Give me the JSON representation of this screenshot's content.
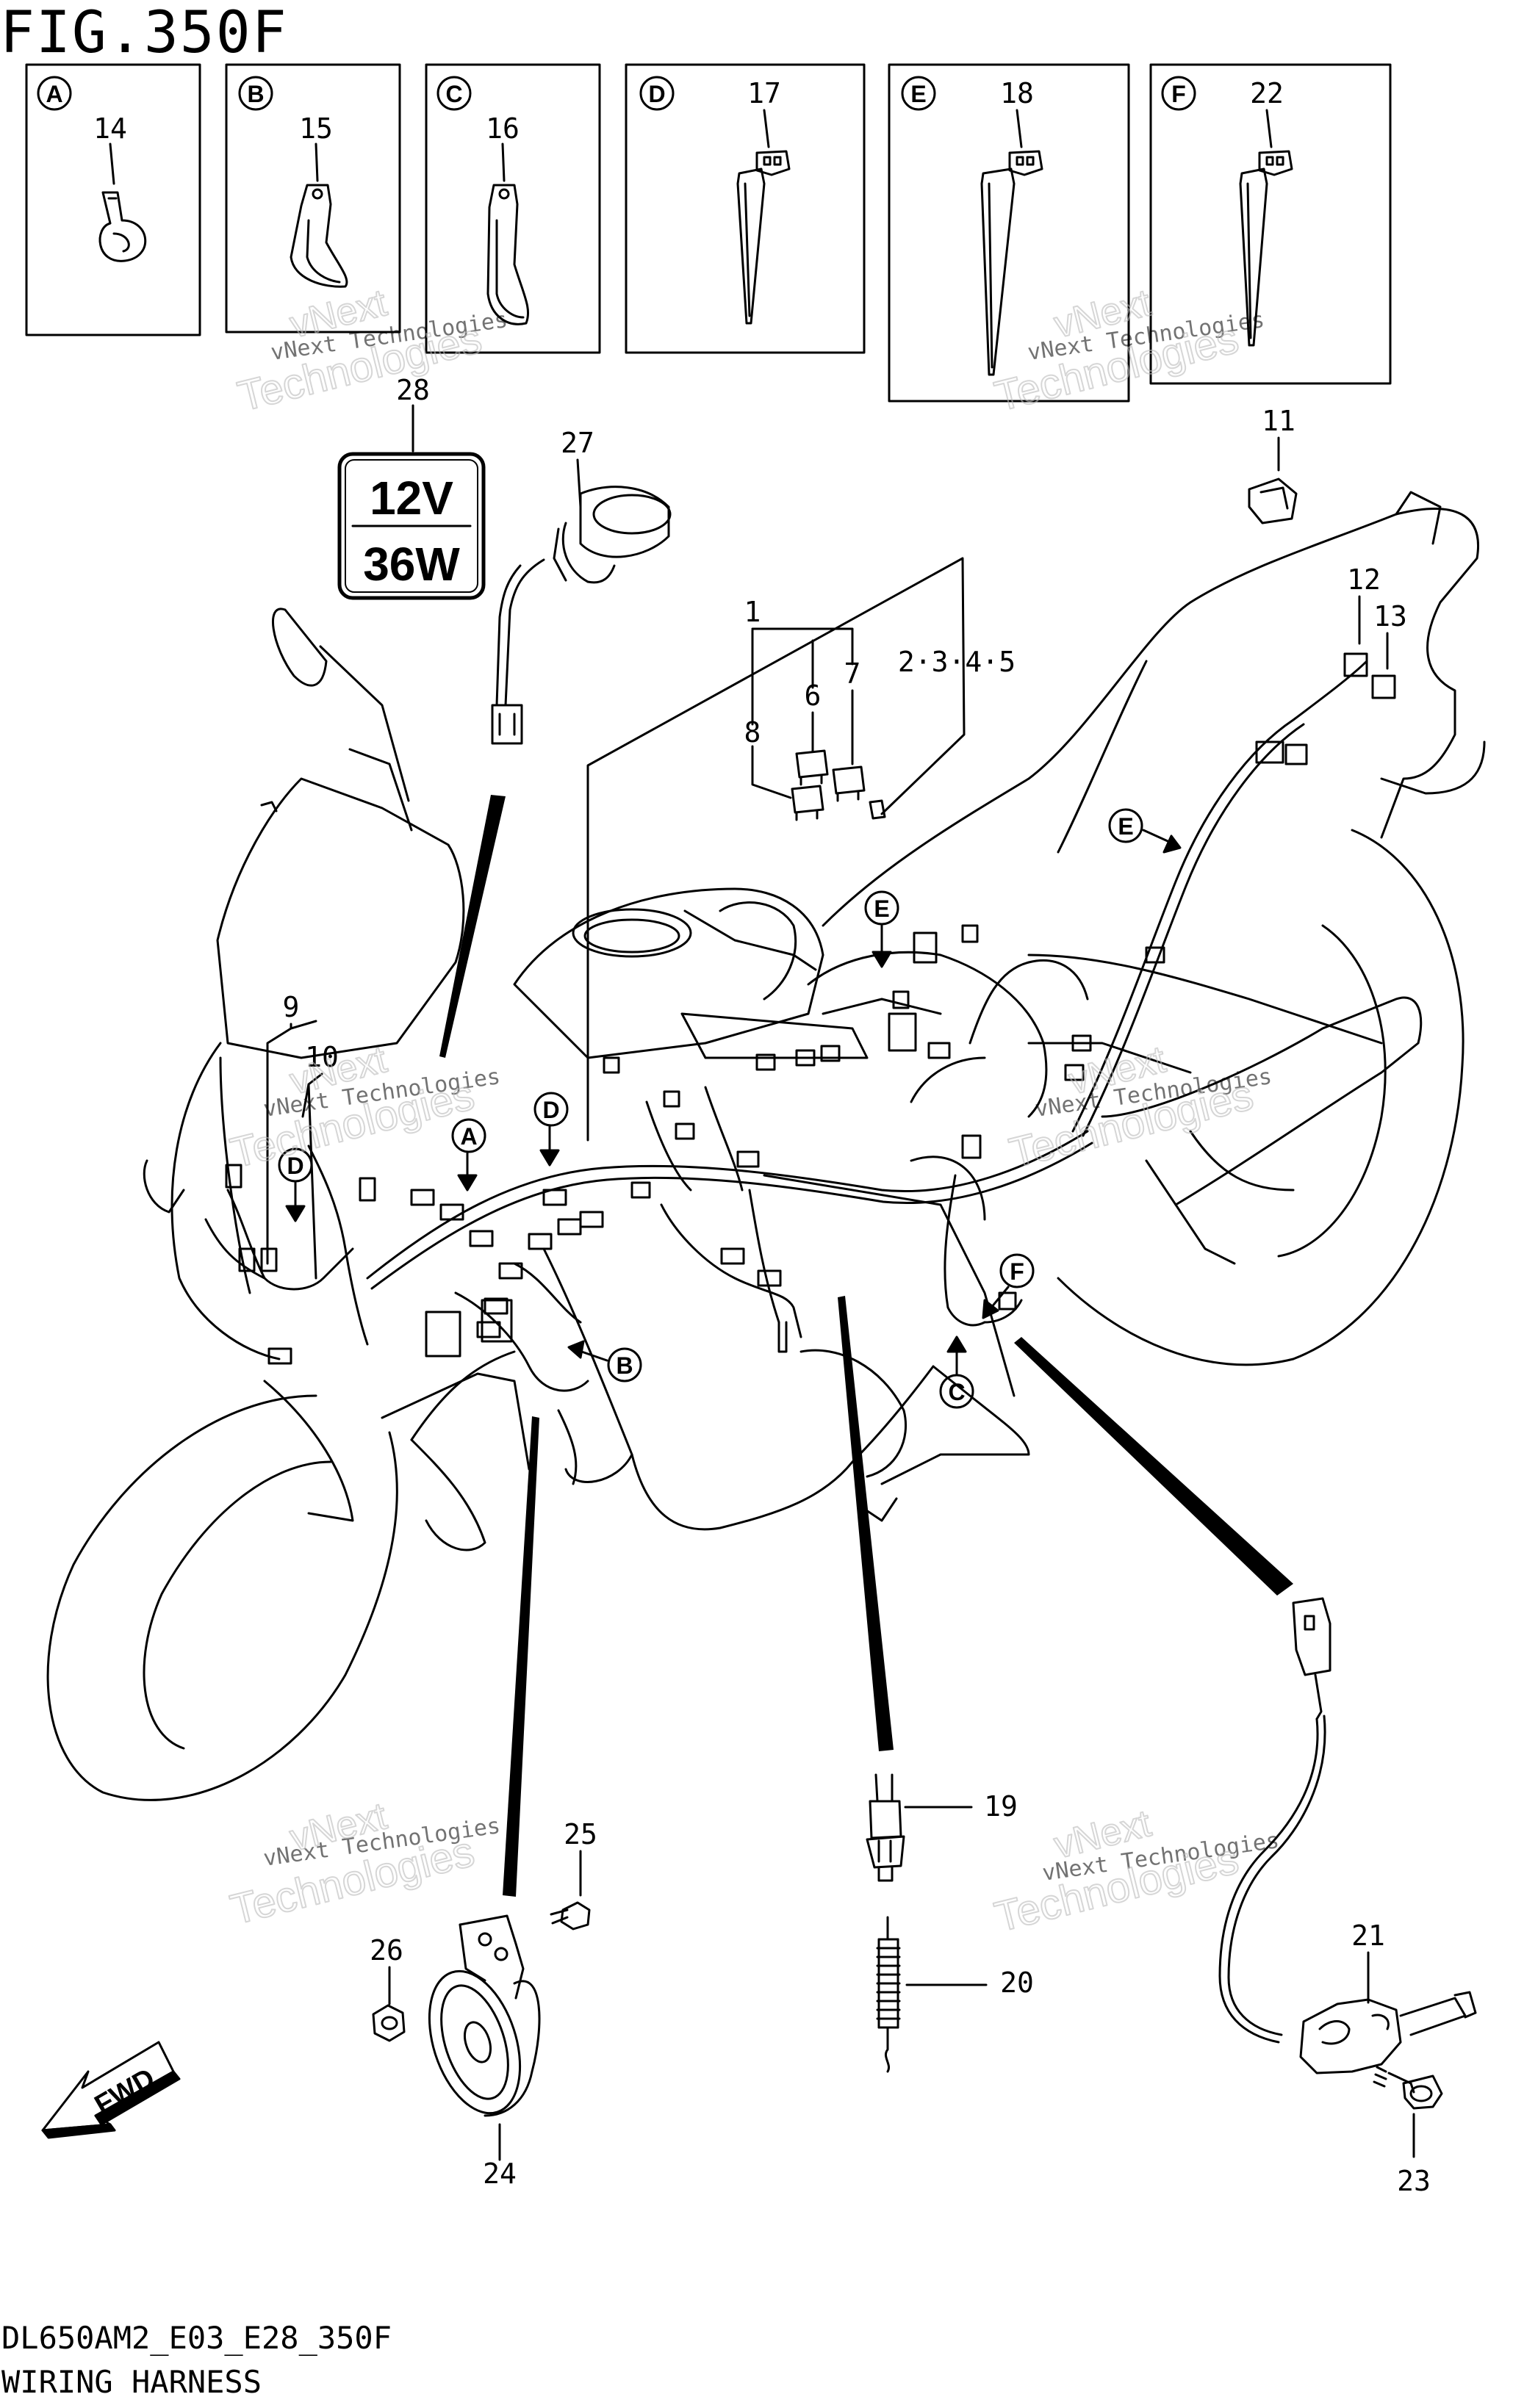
{
  "figure_title": "FIG.350F",
  "footer": {
    "model_code": "DL650AM2_E03_E28_350F",
    "section_name": "WIRING HARNESS"
  },
  "detail_boxes": [
    {
      "letter": "A",
      "part_no": "14"
    },
    {
      "letter": "B",
      "part_no": "15"
    },
    {
      "letter": "C",
      "part_no": "16"
    },
    {
      "letter": "D",
      "part_no": "17"
    },
    {
      "letter": "E",
      "part_no": "18"
    },
    {
      "letter": "F",
      "part_no": "22"
    }
  ],
  "voltage_label": {
    "volts": "12V",
    "watts": "36W"
  },
  "callouts": {
    "n1": "1",
    "n2345": "2·3·4·5",
    "n6": "6",
    "n7": "7",
    "n8": "8",
    "n9": "9",
    "n10": "10",
    "n11": "11",
    "n12": "12",
    "n13": "13",
    "n19": "19",
    "n20": "20",
    "n21": "21",
    "n23": "23",
    "n24": "24",
    "n25": "25",
    "n26": "26",
    "n27": "27",
    "n28": "28"
  },
  "location_markers": {
    "A": "A",
    "B": "B",
    "C": "C",
    "D1": "D",
    "D2": "D",
    "E1": "E",
    "E2": "E",
    "F": "F"
  },
  "direction_label": "FWD",
  "watermark": {
    "line1": "vNext Technologies",
    "line2": "vNext",
    "line3": "Technologies"
  }
}
